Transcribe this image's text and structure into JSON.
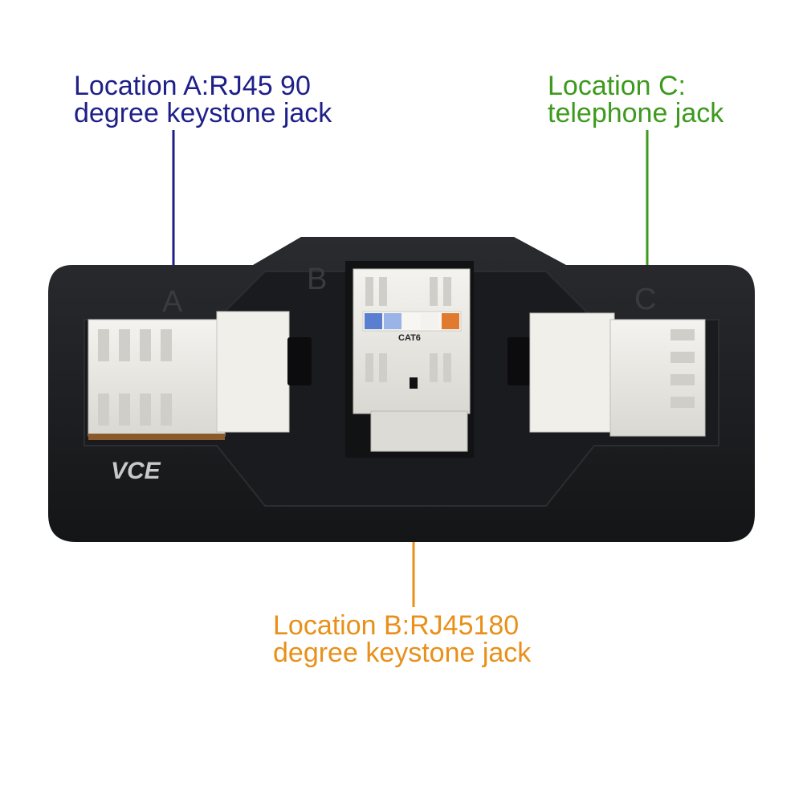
{
  "labels": {
    "location_a": {
      "line1": "Location A:RJ45 90",
      "line2": "degree keystone jack",
      "color": "#1f1f8a"
    },
    "location_b": {
      "line1": "Location B:RJ45180",
      "line2": "degree keystone jack",
      "color": "#e8901a"
    },
    "location_c": {
      "line1": "Location C:",
      "line2": "telephone jack",
      "color": "#3d9a1e"
    }
  },
  "device": {
    "brand": "VCE",
    "jack_letters": {
      "a": "A",
      "b": "B",
      "c": "C"
    },
    "center_jack_text": "CAT6",
    "body_color": "#1c1d20",
    "jack_color": "#ecebe6"
  }
}
